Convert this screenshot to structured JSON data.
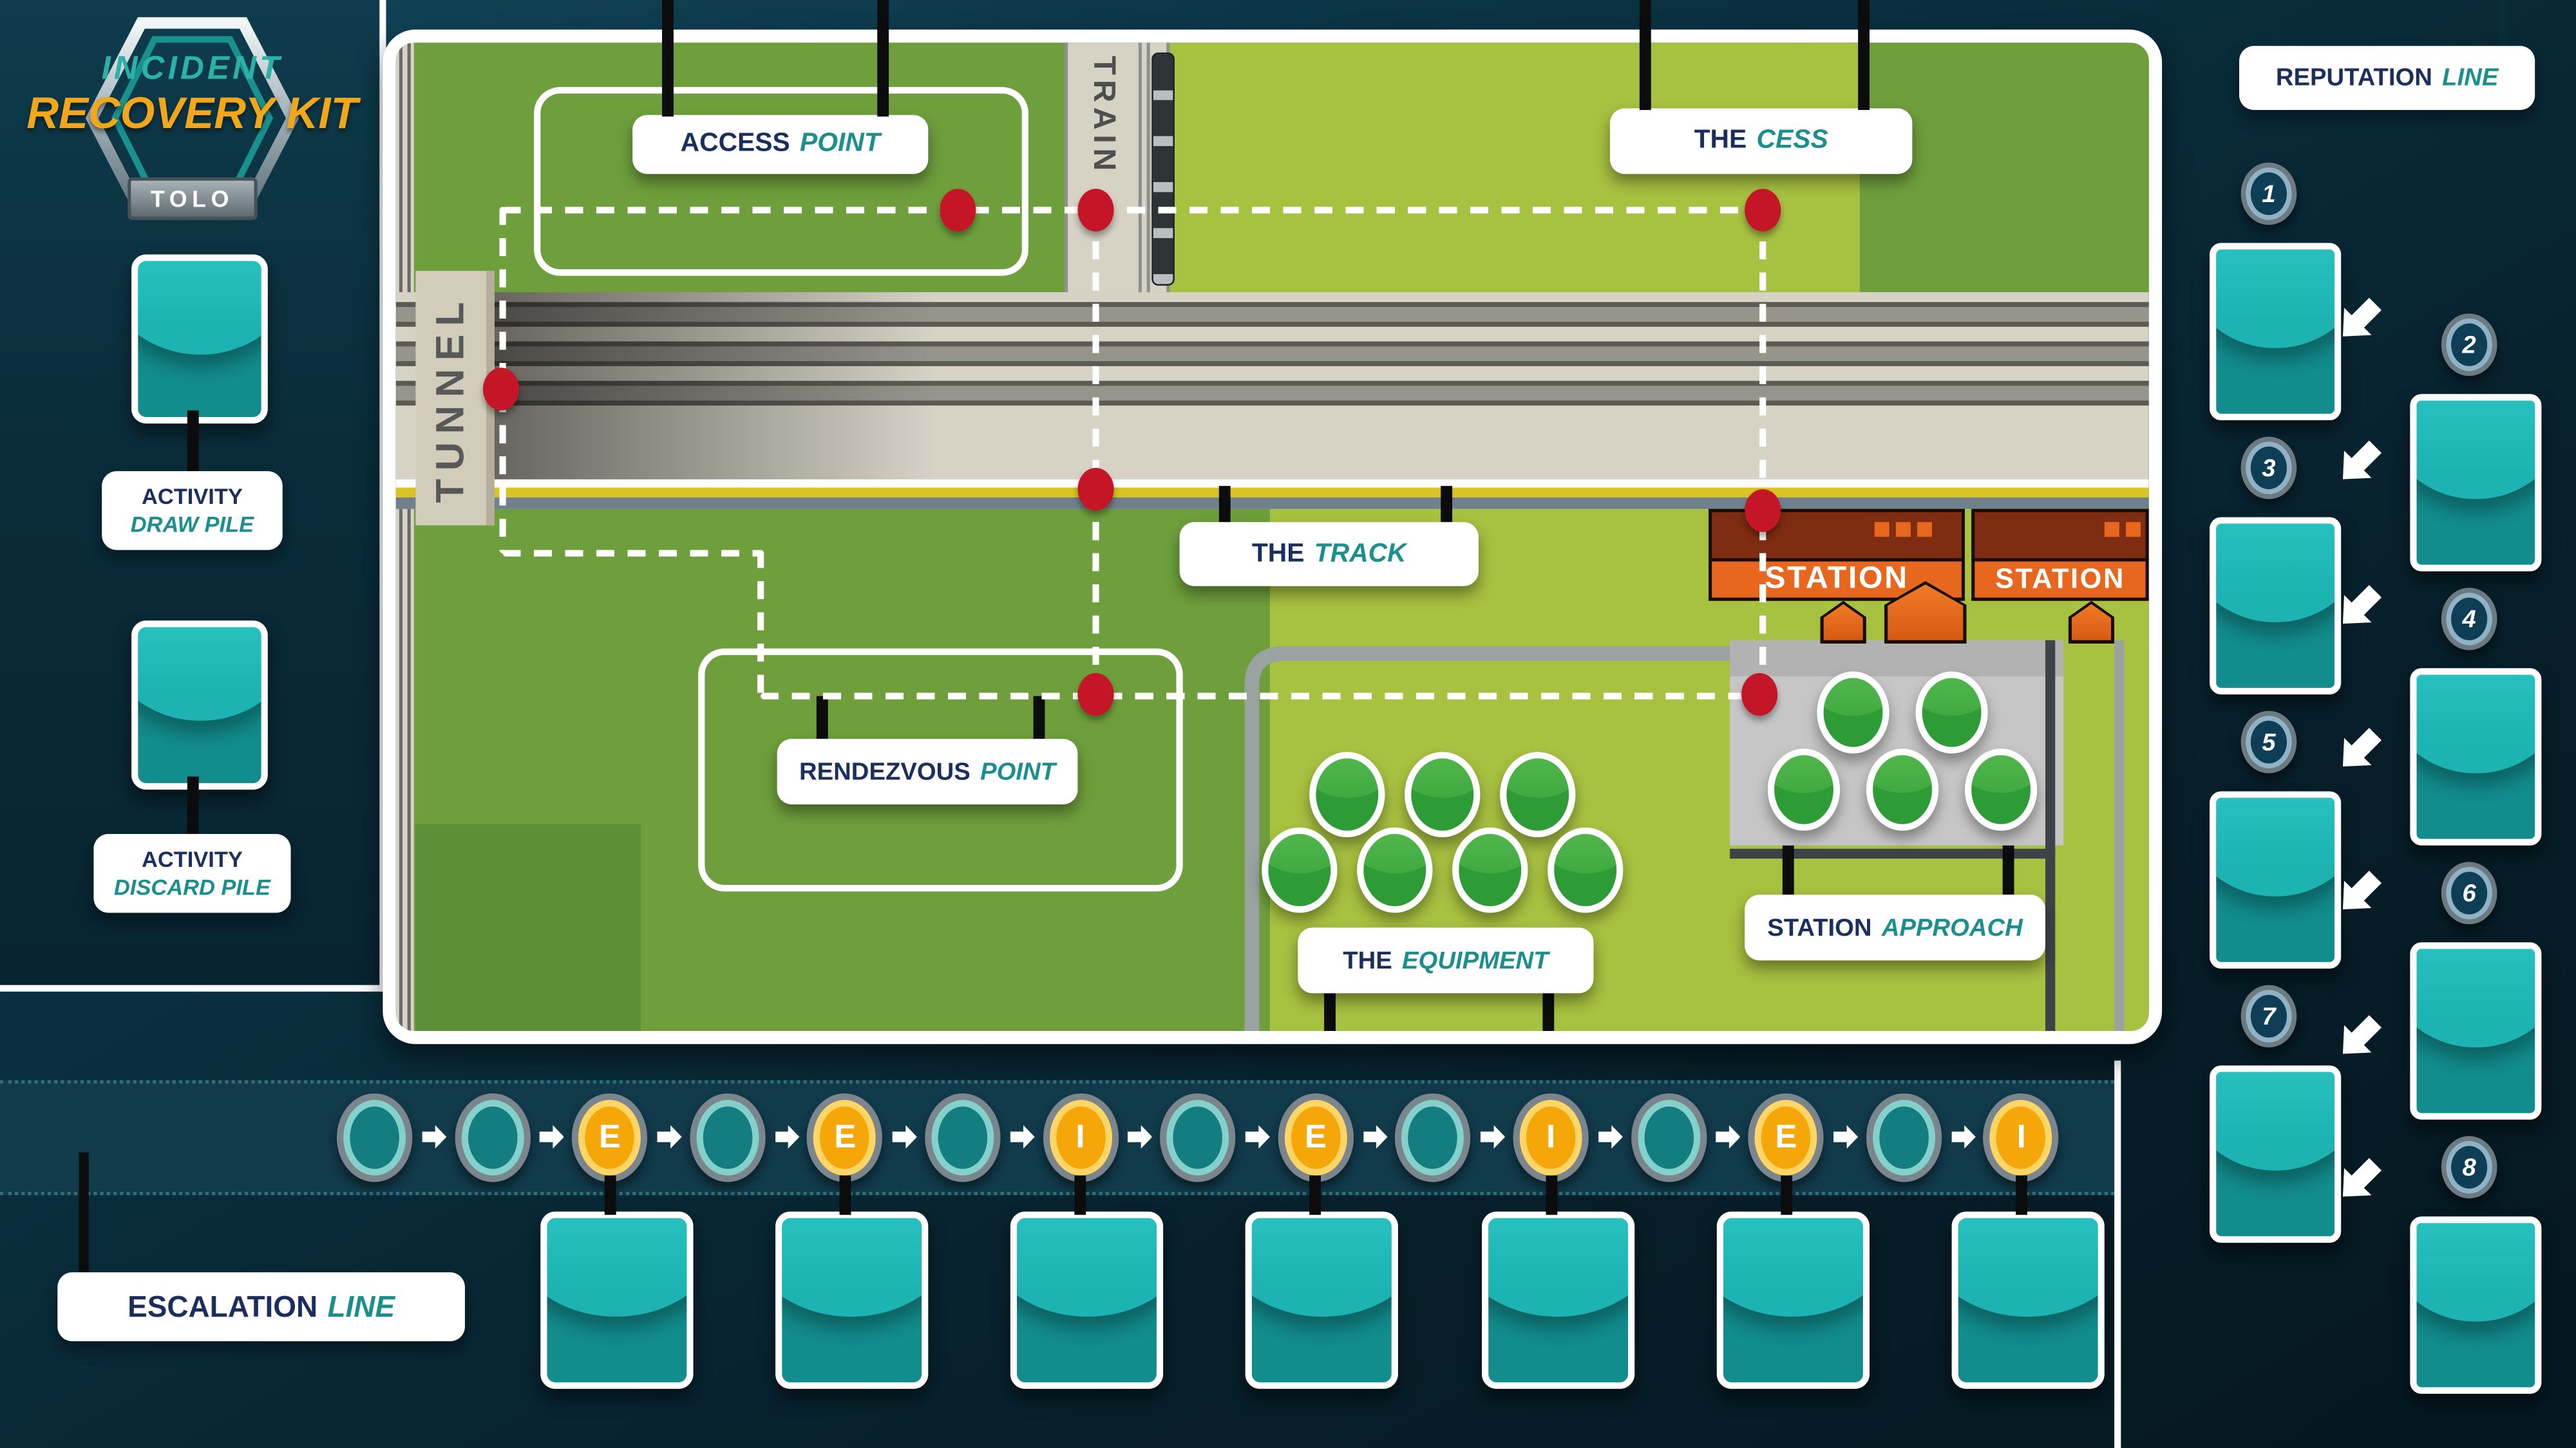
{
  "logo": {
    "top": "INCIDENT",
    "title": "RECOVERY KIT",
    "badge": "TOLO"
  },
  "left_panel": {
    "draw_pile_label": {
      "bold": "ACTIVITY",
      "italic": "DRAW PILE"
    },
    "discard_pile_label": {
      "bold": "ACTIVITY",
      "italic": "DISCARD PILE"
    }
  },
  "map": {
    "access_point": {
      "bold": "ACCESS",
      "italic": "POINT"
    },
    "the_cess": {
      "bold": "THE",
      "italic": "CESS"
    },
    "the_track": {
      "bold": "THE",
      "italic": "TRACK"
    },
    "rendezvous_point": {
      "bold": "RENDEZVOUS",
      "italic": "POINT"
    },
    "the_equipment": {
      "bold": "THE",
      "italic": "EQUIPMENT"
    },
    "station_approach": {
      "bold": "STATION",
      "italic": "APPROACH"
    },
    "tunnel": "TUNNEL",
    "train": "TRAIN",
    "station_left": "STATION",
    "station_right": "STATION",
    "equipment_token_count": 7,
    "platform_token_count": 5,
    "waypoint_count": 8
  },
  "reputation": {
    "label": {
      "bold": "REPUTATION",
      "italic": "LINE"
    },
    "steps": [
      1,
      2,
      3,
      4,
      5,
      6,
      7,
      8
    ]
  },
  "escalation": {
    "label": {
      "bold": "ESCALATION",
      "italic": "LINE"
    },
    "nodes": [
      "",
      "",
      "E",
      "",
      "E",
      "",
      "I",
      "",
      "E",
      "",
      "I",
      "",
      "E",
      "",
      "I"
    ]
  },
  "colors": {
    "accent_teal": "#1db5b4",
    "navy_text": "#1b2f5e",
    "teal_text": "#1b8f8e",
    "logo_yellow": "#f2a71a",
    "waypoint_red": "#c51628",
    "token_green": "#2f9d38",
    "station_orange": "#e8671e",
    "roof_brown": "#7e2c12",
    "node_yellow": "#f5a70a",
    "map_green": "#6f9f3c",
    "map_green_light": "#a7c140",
    "track_beige": "#d6d2c4"
  }
}
